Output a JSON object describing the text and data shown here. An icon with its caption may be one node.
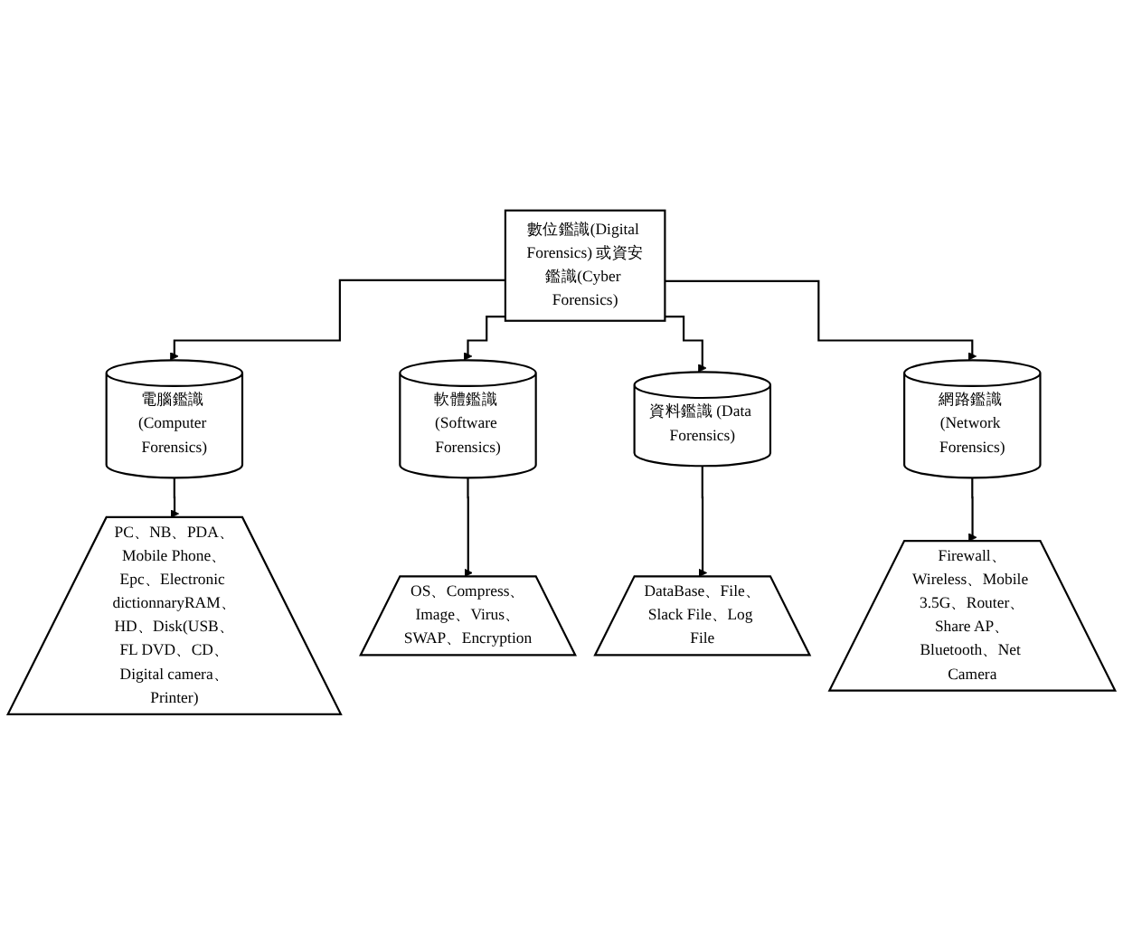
{
  "diagram": {
    "nodes": [
      {
        "text": [
          "數位鑑識(Digital Forensics) 或資安鑑識(Cyber Forensics)"
        ]
      },
      {
        "text": [
          "電腦鑑識 (Computer Forensics)"
        ]
      },
      {
        "text": [
          "軟體鑑識 (Software Forensics)"
        ]
      },
      {
        "text": [
          "資料鑑識 (Data Forensics)"
        ]
      },
      {
        "text": [
          "網路鑑識 (Network Forensics)"
        ]
      },
      {
        "text": [
          "PC、NB、PDA、Mobile Phone、Epc、Electronic dictionnaryRAM、HD、Disk(USB、FL DVD、CD、Digital camera、Printer)"
        ]
      },
      {
        "text": [
          "OS、Compress、Image、Virus、SWAP、Encryption"
        ]
      },
      {
        "text": [
          "DataBase、File、Slack File、Log File"
        ]
      },
      {
        "text": [
          "Firewall、Wireless、Mobile 3.5G、Router、Share AP、Bluetooth、Net Camera"
        ]
      }
    ],
    "edges": [
      {
        "from": 0,
        "to": 1,
        "arrow": "to"
      },
      {
        "from": 0,
        "to": 2,
        "arrow": "to"
      },
      {
        "from": 0,
        "to": 3,
        "arrow": "to"
      },
      {
        "from": 0,
        "to": 4,
        "arrow": "to"
      },
      {
        "from": 1,
        "to": 5,
        "arrow": "to"
      },
      {
        "from": 2,
        "to": 6,
        "arrow": "to"
      },
      {
        "from": 3,
        "to": 7,
        "arrow": "to"
      },
      {
        "from": 4,
        "to": 8,
        "arrow": "to"
      }
    ]
  }
}
